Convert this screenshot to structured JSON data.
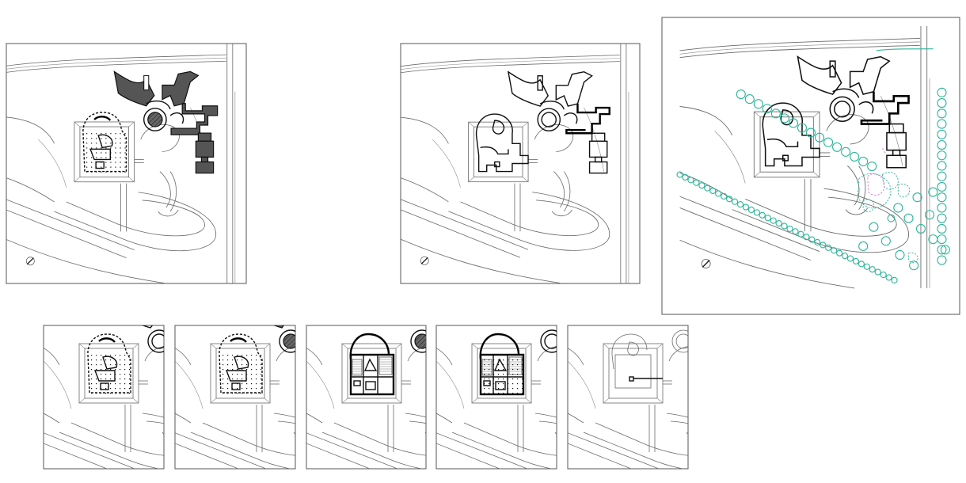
{
  "sheet": {
    "background": "#ffffff",
    "line_color": "#6a6a6a",
    "building_color": "#111111",
    "fill_color": "#555555",
    "tree_color": "#2fb59a",
    "accent_color": "#d66ad6"
  },
  "viewports": [
    {
      "id": "site-plan-pavilions-filled",
      "variant": "filled",
      "scale": "large"
    },
    {
      "id": "site-plan-outline",
      "variant": "outline",
      "scale": "large"
    },
    {
      "id": "site-plan-landscape",
      "variant": "landscape",
      "scale": "xlarge"
    },
    {
      "id": "floor-plan-level-1",
      "variant": "columns",
      "scale": "small"
    },
    {
      "id": "floor-plan-level-2",
      "variant": "columns-alt",
      "scale": "small"
    },
    {
      "id": "floor-plan-level-3",
      "variant": "rooms",
      "scale": "small"
    },
    {
      "id": "floor-plan-level-4",
      "variant": "rooms-alt",
      "scale": "small"
    },
    {
      "id": "roof-plan",
      "variant": "roof",
      "scale": "small"
    }
  ],
  "icons": {
    "north_arrow": "north-arrow-icon"
  }
}
